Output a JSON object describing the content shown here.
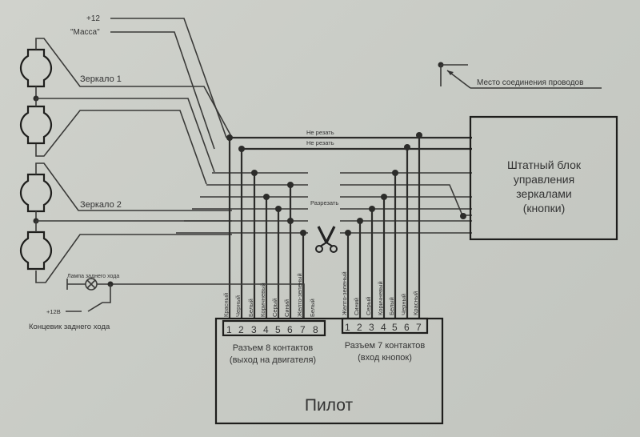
{
  "labels": {
    "plus12": "+12",
    "mass": "\"Масса\"",
    "mirror1": "Зеркало 1",
    "mirror2": "Зеркало 2",
    "junction_legend": "Место соединения проводов",
    "no_cut_1": "Не резать",
    "no_cut_2": "Не резать",
    "cut": "Разрезать",
    "reverse_lamp": "Лампа заднего хода",
    "plus12v": "+12В",
    "reverse_switch": "Концевик заднего хода"
  },
  "control_block": {
    "line1": "Штатный блок",
    "line2": "управления",
    "line3": "зеркалами",
    "line4": "(кнопки)"
  },
  "pilot": {
    "title": "Пилот",
    "connector8": {
      "title": "Разъем 8 контактов",
      "subtitle": "(выход на двигателя)",
      "pins": [
        "1",
        "2",
        "3",
        "4",
        "5",
        "6",
        "7",
        "8"
      ],
      "wires": [
        "Красный",
        "Черный",
        "Белый",
        "Коричневый",
        "Серый",
        "Синий",
        "Желто-зеленый",
        "Белый"
      ]
    },
    "connector7": {
      "title": "Разъем 7 контактов",
      "subtitle": "(вход кнопок)",
      "pins": [
        "1",
        "2",
        "3",
        "4",
        "5",
        "6",
        "7"
      ],
      "wires": [
        "Желто-зеленый",
        "Синий",
        "Серый",
        "Коричневый",
        "Белый",
        "Черный",
        "Красный"
      ]
    }
  }
}
